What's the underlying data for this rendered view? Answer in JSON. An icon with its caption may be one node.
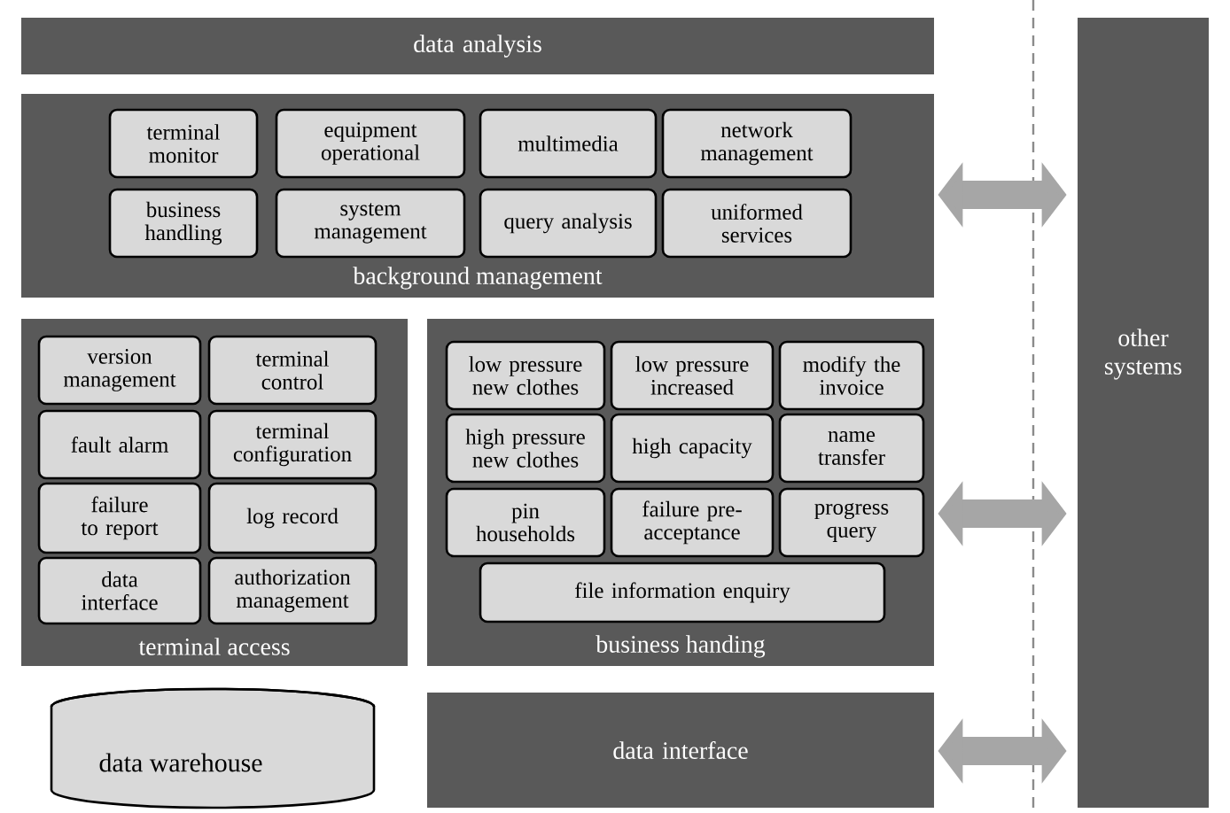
{
  "diagram": {
    "nodes": [
      {
        "text": [
          "data analysis"
        ]
      },
      {
        "text": [
          "background management"
        ]
      },
      {
        "text": [
          "terminal monitor"
        ],
        "in": 1
      },
      {
        "text": [
          "equipment operational"
        ],
        "in": 1
      },
      {
        "text": [
          "multimedia"
        ],
        "in": 1
      },
      {
        "text": [
          "network management"
        ],
        "in": 1
      },
      {
        "text": [
          "business handling"
        ],
        "in": 1
      },
      {
        "text": [
          "system management"
        ],
        "in": 1
      },
      {
        "text": [
          "query analysis"
        ],
        "in": 1
      },
      {
        "text": [
          "uniformed services"
        ],
        "in": 1
      },
      {
        "text": [
          "terminal access"
        ]
      },
      {
        "text": [
          "version management"
        ],
        "in": 10
      },
      {
        "text": [
          "terminal control"
        ],
        "in": 10
      },
      {
        "text": [
          "fault alarm"
        ],
        "in": 10
      },
      {
        "text": [
          "terminal configuration"
        ],
        "in": 10
      },
      {
        "text": [
          "failure to report"
        ],
        "in": 10
      },
      {
        "text": [
          "log record"
        ],
        "in": 10
      },
      {
        "text": [
          "data interface"
        ],
        "in": 10
      },
      {
        "text": [
          "authorization management"
        ],
        "in": 10
      },
      {
        "text": [
          "business handing"
        ]
      },
      {
        "text": [
          "low pressure new clothes"
        ],
        "in": 19
      },
      {
        "text": [
          "low pressure increased"
        ],
        "in": 19
      },
      {
        "text": [
          "modify the invoice"
        ],
        "in": 19
      },
      {
        "text": [
          "high pressure new clothes"
        ],
        "in": 19
      },
      {
        "text": [
          "high capacity"
        ],
        "in": 19
      },
      {
        "text": [
          "name transfer"
        ],
        "in": 19
      },
      {
        "text": [
          "pin households"
        ],
        "in": 19
      },
      {
        "text": [
          "failure pre-acceptance"
        ],
        "in": 19
      },
      {
        "text": [
          "progress query"
        ],
        "in": 19
      },
      {
        "text": [
          "file information enquiry"
        ],
        "in": 19
      },
      {
        "text": [
          "data warehouse"
        ]
      },
      {
        "text": [
          "data interface"
        ]
      },
      {
        "text": [
          "other systems"
        ]
      }
    ],
    "edges": [
      {
        "from": 1,
        "to": 32,
        "arrow": "both"
      },
      {
        "from": 19,
        "to": 32,
        "arrow": "both"
      },
      {
        "from": 31,
        "to": 32,
        "arrow": "both"
      }
    ]
  }
}
